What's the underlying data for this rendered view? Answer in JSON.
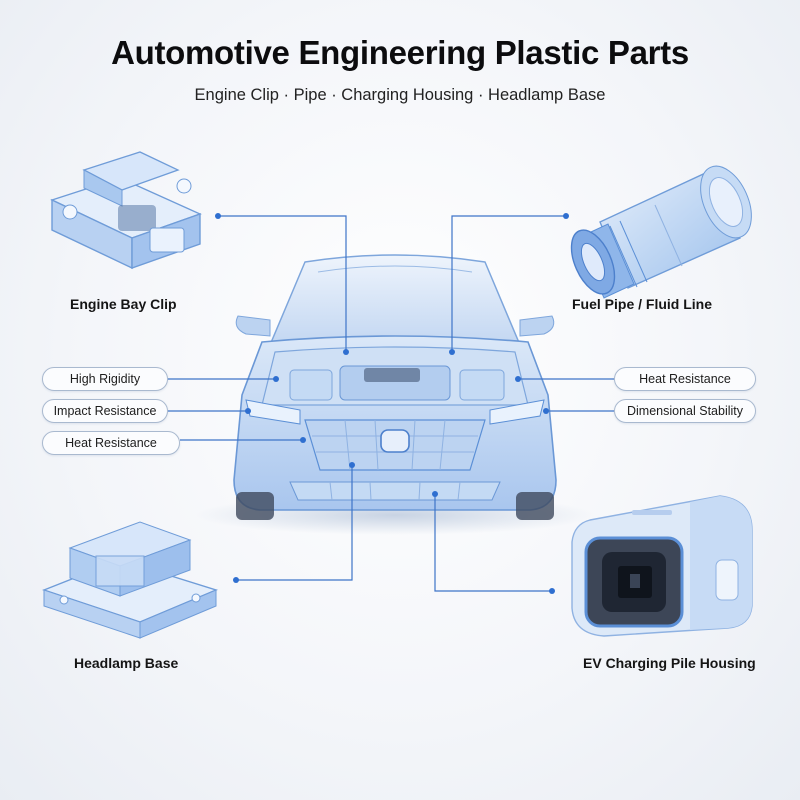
{
  "header": {
    "title": "Automotive Engineering Plastic Parts",
    "subtitle": "Engine Clip · Pipe · Charging Housing · Headlamp Base"
  },
  "parts": {
    "engine_bay_clip": "Engine Bay Clip",
    "fuel_pipe": "Fuel Pipe / Fluid Line",
    "headlamp_base": "Headlamp Base",
    "ev_charging_housing": "EV Charging Pile Housing"
  },
  "properties_left": [
    "High Rigidity",
    "Impact Resistance",
    "Heat Resistance"
  ],
  "properties_right": [
    "Heat Resistance",
    "Dimensional Stability"
  ],
  "colors": {
    "accent": "#2f6fd0",
    "part_blue": "#9cc0ec",
    "part_stroke": "#5b8fd6",
    "leader_line": "#3e74c8"
  },
  "icons": [
    "clip-icon",
    "pipe-icon",
    "headlamp-base-icon",
    "charging-housing-icon",
    "car-illustration"
  ]
}
